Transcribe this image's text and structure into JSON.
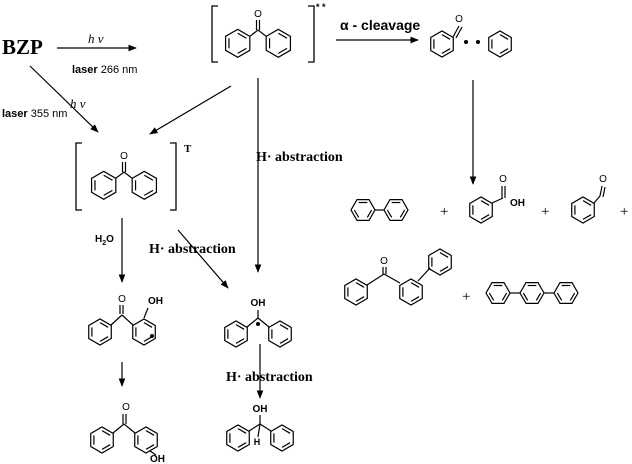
{
  "labels": {
    "bzp": "BZP",
    "hv_top": "h ν",
    "laser_top_bold": "laser",
    "laser_top_nm": " 266 nm",
    "hv_left": "h ν",
    "laser_left_bold": "laser",
    "laser_left_nm": " 355 nm",
    "singlet_mark": "* *",
    "triplet_mark": "T",
    "alpha_cleavage": "α - cleavage",
    "h_abs_center": "H· abstraction",
    "h_abs_middle": "H· abstraction",
    "h_abs_bottom": "H· abstraction",
    "water": "H",
    "water_sub": "2",
    "water_o": "O",
    "oh_ketyl_radical": "OH",
    "oh_phenol_radical": "OH",
    "o_phenol_radical": "O",
    "o_excited_singlet": "O",
    "o_triplet": "O",
    "o_benzoyl": "O",
    "o_benzoic_acid": "O",
    "oh_benzoic_acid": "OH",
    "o_benzaldehyde": "O",
    "o_phenylbenzophenone": "O",
    "o_hydroxybenzophenone": "O",
    "oh_hydroxybenzophenone": "OH",
    "oh_benzhydrol": "OH",
    "h_benzhydrol": "H",
    "plus_1": "+",
    "plus_2": "+",
    "plus_3": "+",
    "plus_4": "+"
  }
}
